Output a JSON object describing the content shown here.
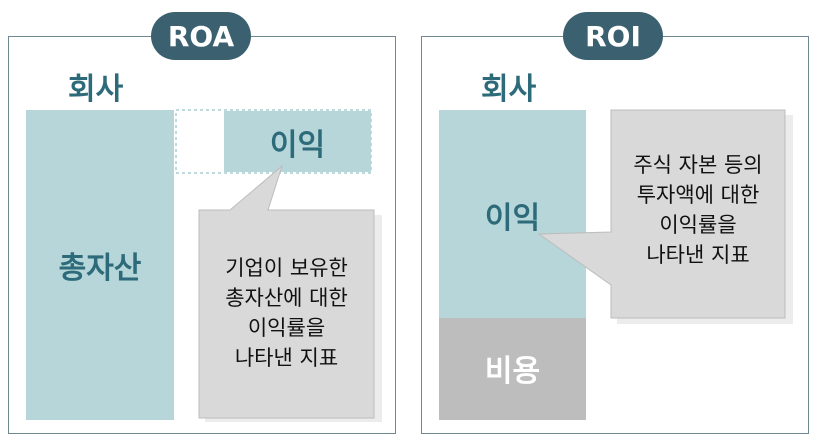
{
  "roa": {
    "title": "ROA",
    "company": "회사",
    "total_assets": "총자산",
    "profit": "이익",
    "callout": [
      "기업이 보유한",
      "총자산에 대한",
      "이익률을",
      "나타낸 지표"
    ]
  },
  "roi": {
    "title": "ROI",
    "company": "회사",
    "profit": "이익",
    "cost": "비용",
    "callout": [
      "주식 자본 등의",
      "투자액에 대한",
      "이익률을",
      "나타낸 지표"
    ]
  },
  "colors": {
    "pill": "#3b6170",
    "teal_fill": "#b6d6da",
    "teal_text": "#2e6b7a",
    "gray_fill": "#bdbdbd",
    "callout_fill": "#d9d9d9"
  }
}
